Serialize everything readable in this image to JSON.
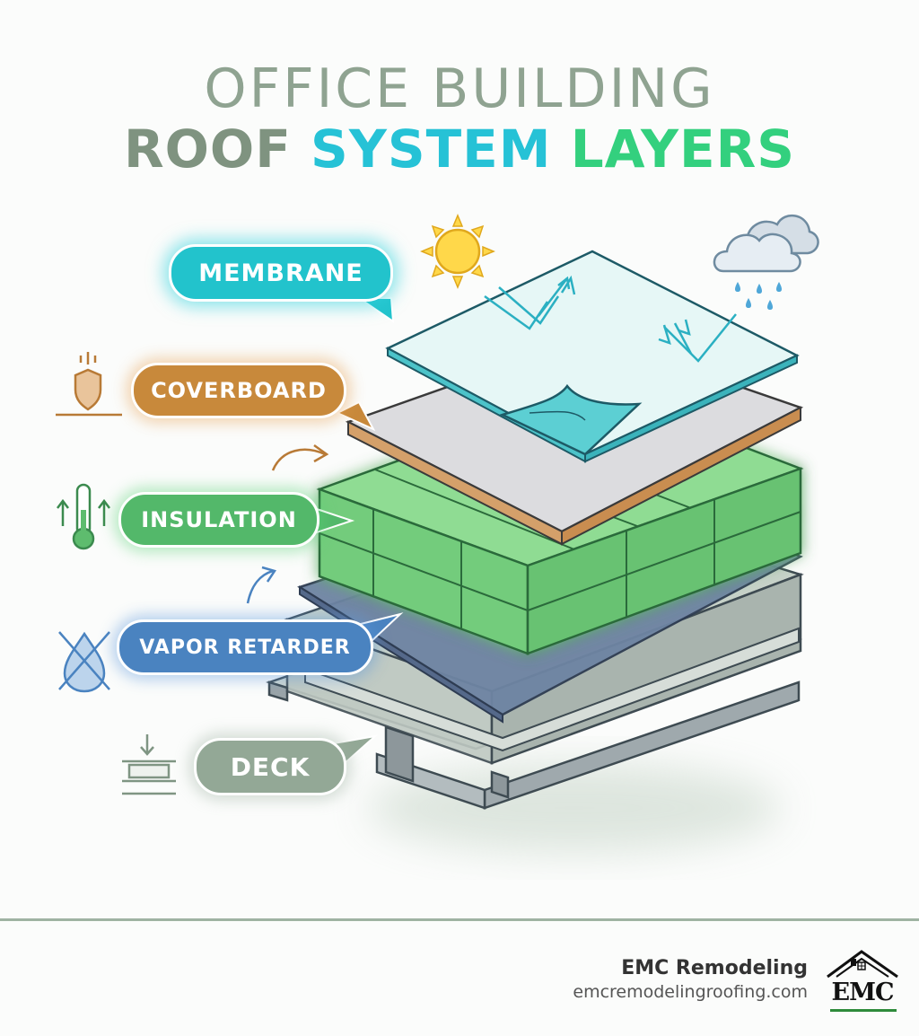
{
  "title": {
    "line1": "OFFICE BUILDING",
    "line2_part1": "ROOF",
    "line2_part2": "SYSTEM",
    "line2_part3": "LAYERS"
  },
  "layers": [
    {
      "label": "MEMBRANE",
      "color": "#22c3cc",
      "icon": "none"
    },
    {
      "label": "COVERBOARD",
      "color": "#c8893b",
      "icon": "shield-icon"
    },
    {
      "label": "INSULATION",
      "color": "#53b86a",
      "icon": "thermometer-icon"
    },
    {
      "label": "VAPOR RETARDER",
      "color": "#4a83c0",
      "icon": "crossed-drop-icon"
    },
    {
      "label": "DECK",
      "color": "#93a896",
      "icon": "deck-support-icon"
    }
  ],
  "weather_icons": [
    "sun-icon",
    "rain-cloud-icon"
  ],
  "footer": {
    "company": "EMC Remodeling",
    "url": "emcremodelingroofing.com",
    "logo_text": "EMC"
  }
}
